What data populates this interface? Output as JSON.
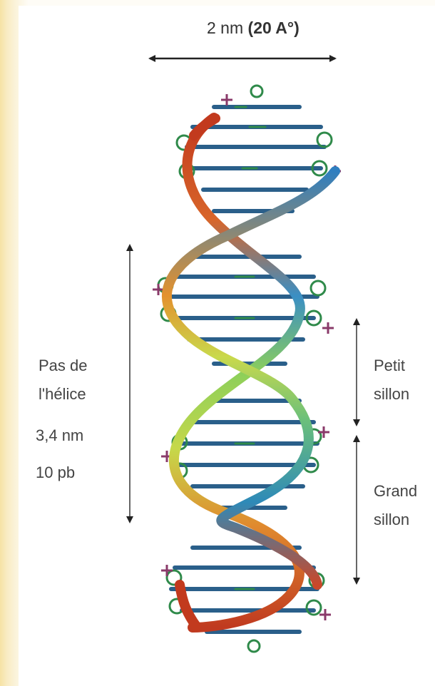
{
  "width_label": "2 nm",
  "width_label_angstrom": "(20 A°)",
  "pitch_label_line1": "Pas de",
  "pitch_label_line2": "l'hélice",
  "pitch_length": "3,4 nm",
  "pitch_bp": "10 pb",
  "minor_groove_line1": "Petit",
  "minor_groove_line2": "sillon",
  "major_groove_line1": "Grand",
  "major_groove_line2": "sillon"
}
